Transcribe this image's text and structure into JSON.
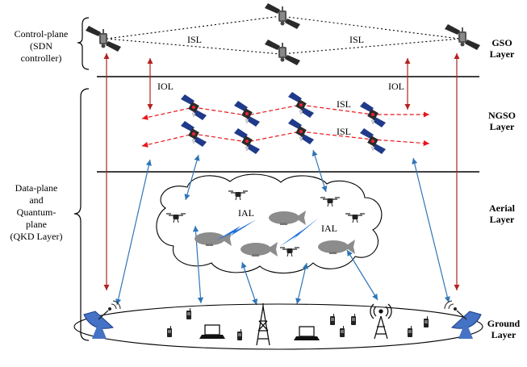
{
  "left_labels": {
    "control_plane": [
      "Control-plane",
      "(SDN",
      "controller)"
    ],
    "data_plane": [
      "Data-plane",
      "and",
      "Quantum-",
      "plane",
      "(QKD Layer)"
    ]
  },
  "layers": {
    "gso": [
      "GSO",
      "Layer"
    ],
    "ngso": [
      "NGSO",
      "Layer"
    ],
    "aerial": [
      "Aerial",
      "Layer"
    ],
    "ground": [
      "Ground",
      "Layer"
    ]
  },
  "links": {
    "isl_gso_left": "ISL",
    "isl_gso_right": "ISL",
    "iol_left": "IOL",
    "iol_right": "IOL",
    "isl_ngso_top": "ISL",
    "isl_ngso_bottom": "ISL",
    "ial_left": "IAL",
    "ial_right": "IAL"
  },
  "colors": {
    "iol_link": "#b22222",
    "isl_ngso_link": "#e8151b",
    "access_link": "#2e75b6",
    "ial_link": "#1e6fd9",
    "satellite_panel": "#1f3a8a",
    "uav_body": "#8c8c8c"
  }
}
